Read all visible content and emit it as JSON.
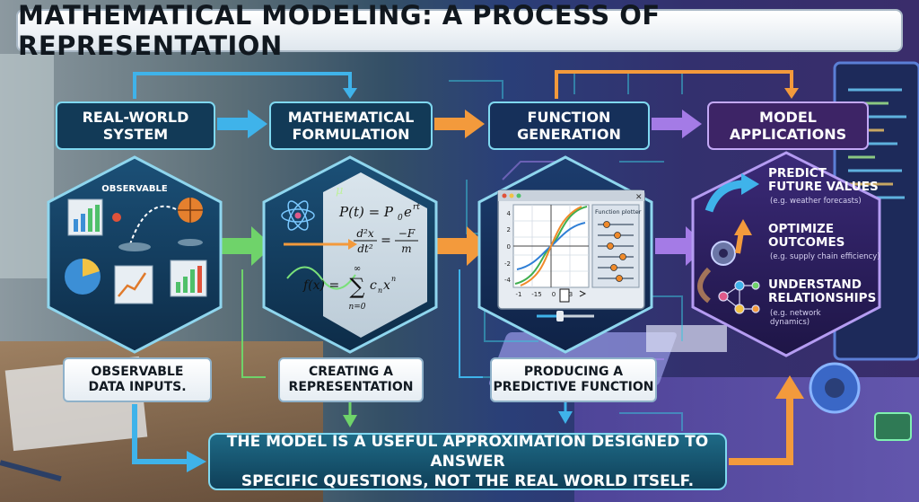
{
  "title": "MATHEMATICAL MODELING: A PROCESS OF REPRESENTATION",
  "stages": [
    {
      "label": "REAL-WORLD\nSYSTEM",
      "color": "#123a57"
    },
    {
      "label": "MATHEMATICAL\nFORMULATION",
      "color": "#123a57"
    },
    {
      "label": "FUNCTION\nGENERATION",
      "color": "#16305a"
    },
    {
      "label": "MODEL\nAPPLICATIONS",
      "color": "#3d2466"
    }
  ],
  "observable": {
    "label": "OBSERVABLE"
  },
  "formulas": {
    "f1_lhs": "P(t) = P",
    "f1_sub": "0",
    "f1_e": "e",
    "f1_exp": "rt",
    "f2_num": "d²x",
    "f2_den": "dt²",
    "f2_eq": "=",
    "f2_rnum": "−F",
    "f2_rden": "m",
    "f3_lhs": "f(x) =",
    "f3_top": "∞",
    "f3_sum": "∑",
    "f3_bottom": "n=0",
    "f3_rhs": "c",
    "f3_sub": "n",
    "f3_x": "x",
    "f3_exp": "n",
    "mu": "μ"
  },
  "plotter": {
    "title": "Function plotter",
    "y_ticks": [
      "4",
      "2",
      "0",
      "-2",
      "-4"
    ],
    "x_ticks": [
      "-1",
      "-15",
      "0",
      "3"
    ]
  },
  "applications": [
    {
      "title": "PREDICT\nFUTURE VALUES",
      "example": "(e.g. weather forecasts)"
    },
    {
      "title": "OPTIMIZE\nOUTCOMES",
      "example": "(e.g. supply chain efficiency)"
    },
    {
      "title": "UNDERSTAND\nRELATIONSHIPS",
      "example": "(e.g. network\ndynamics)"
    }
  ],
  "captions": [
    "OBSERVABLE\nDATA INPUTS.",
    "CREATING A\nREPRESENTATION",
    "PRODUCING A\nPREDICTIVE FUNCTION"
  ],
  "banner": "THE MODEL IS A USEFUL APPROXIMATION DESIGNED TO ANSWER\nSPECIFIC QUESTIONS, NOT THE REAL WORLD ITSELF.",
  "colors": {
    "blue_arrow": "#3fb3ea",
    "green_arrow": "#6fd36a",
    "orange_arrow": "#f39a3c",
    "purple_arrow": "#a47be6",
    "hex_border": "#8fd6ee"
  }
}
